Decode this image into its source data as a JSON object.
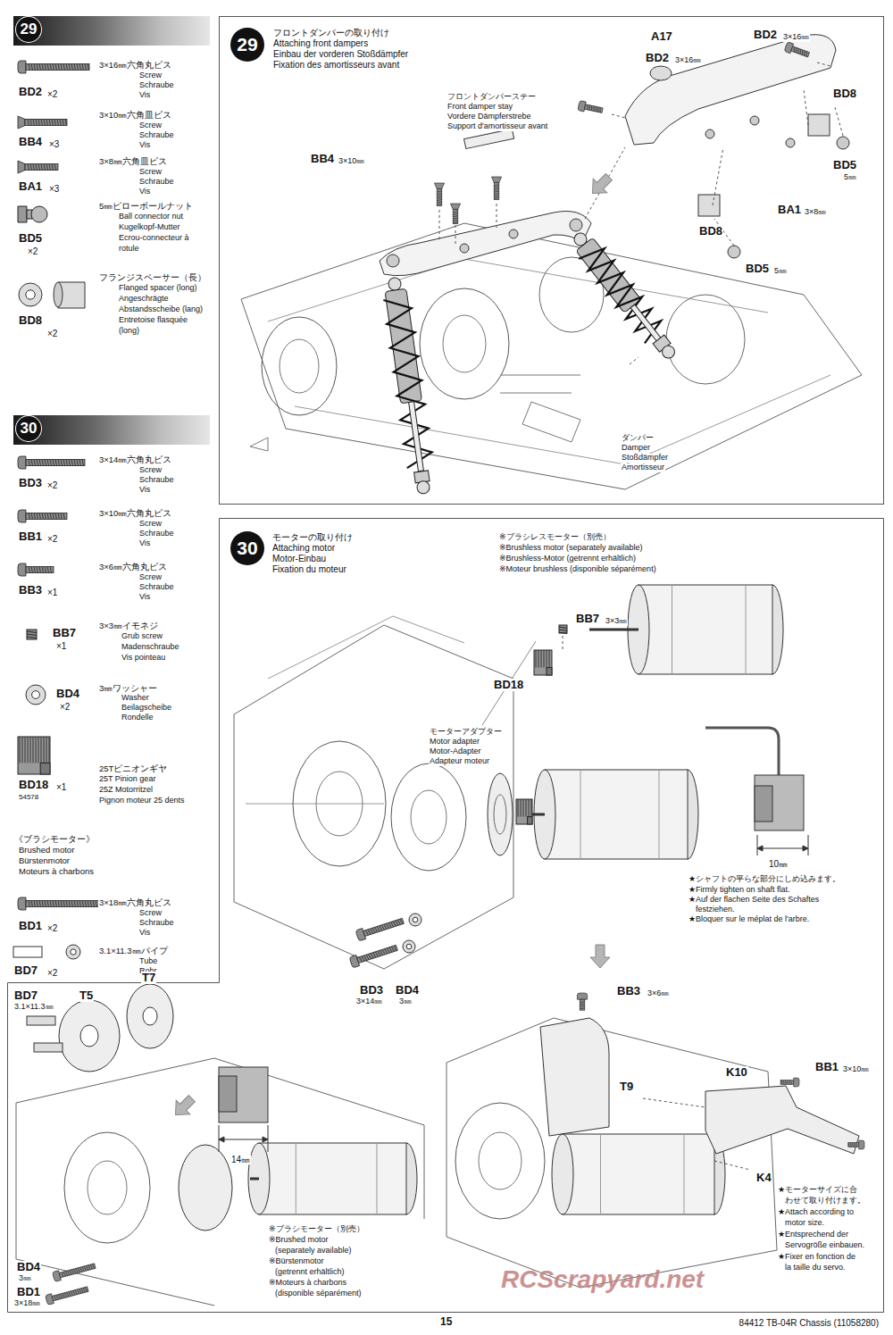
{
  "diagram": {
    "nodes": [
      {
        "text": [
          "29"
        ]
      },
      {
        "text": [
          "29",
          "フロントダンパーの取り付け",
          "Attaching front dampers",
          "Einbau der vorderen Stoßdämpfer",
          "Fixation des amortisseurs avant"
        ]
      },
      {
        "text": [
          "30"
        ]
      },
      {
        "text": [
          "30",
          "モーターの取り付け",
          "Attaching motor",
          "Motor-Einbau",
          "Fixation du moteur"
        ]
      }
    ],
    "labels": [
      "BD2",
      "×2",
      "3×16㎜六角丸ビス",
      "Screw",
      "Schraube",
      "Vis",
      "BB4",
      "×3",
      "3×10㎜六角皿ビス",
      "Screw",
      "Schraube",
      "Vis",
      "BA1",
      "×3",
      "3×8㎜六角皿ビス",
      "Screw",
      "Schraube",
      "Vis",
      "BD5",
      "×2",
      "5㎜ピローボールナット",
      "Ball connector nut",
      "Kugelkopf-Mutter",
      "Ecrou-connecteur à",
      "rotule",
      "BD8",
      "×2",
      "フランジスペーサー（長）",
      "Flanged spacer (long)",
      "Angeschrägte",
      "Abstandsscheibe (lang)",
      "Entretoise flasquée",
      "(long)",
      "BD3",
      "×2",
      "3×14㎜六角丸ビス",
      "Screw",
      "Schraube",
      "Vis",
      "BB1",
      "×2",
      "3×10㎜六角丸ビス",
      "Screw",
      "Schraube",
      "Vis",
      "BB3",
      "×1",
      "3×6㎜六角丸ビス",
      "Screw",
      "Schraube",
      "Vis",
      "BB7",
      "×1",
      "3×3㎜イモネジ",
      "Grub screw",
      "Madenschraube",
      "Vis pointeau",
      "BD4",
      "×2",
      "3㎜ワッシャー",
      "Washer",
      "Beilagscheibe",
      "Rondelle",
      "BD18",
      "×1",
      "54578",
      "25Tピニオンギヤ",
      "25T Pinion gear",
      "25Z Motorritzel",
      "Pignon moteur 25 dents",
      "《ブラシモーター》",
      "Brushed motor",
      "Bürstenmotor",
      "Moteurs à charbons",
      "BD1",
      "×2",
      "3×18㎜六角丸ビス",
      "Screw",
      "Schraube",
      "Vis",
      "BD7",
      "×2",
      "3.1×11.3㎜パイプ",
      "Tube",
      "Rohr",
      "BD7",
      "3.1×11.3㎜",
      "T5",
      "T7",
      "14㎜",
      "BD4",
      "3㎜",
      "BD1",
      "3×18㎜",
      "※ブラシモーター（別売）",
      "※Brushed motor",
      "(separately available)",
      "※Bürstenmotor",
      "(getrennt erhältlich)",
      "※Moteurs à charbons",
      "(disponible séparément)",
      "A17",
      "BD2",
      "3×16㎜",
      "BD2",
      "3×16㎜",
      "BD8",
      "BD5",
      "5㎜",
      "BA1",
      "3×8㎜",
      "BD8",
      "BD5",
      "5㎜",
      "BB4",
      "3×10㎜",
      "フロントダンパーステー",
      "Front damper stay",
      "Vordere Dämpferstrebe",
      "Support d'amortisseur avant",
      "ダンパー",
      "Damper",
      "Stoßdämpfer",
      "Amortisseur",
      "※ブラシレスモーター（別売）",
      "※Brushless motor (separately available)",
      "※Brushless-Motor (getrennt erhältlich)",
      "※Moteur brushless (disponible séparément)",
      "BB7",
      "3×3㎜",
      "BD18",
      "モーターアダプター",
      "Motor adapter",
      "Motor-Adapter",
      "Adapteur moteur",
      "10㎜",
      "★シャフトの平らな部分にしめ込みます。",
      "★Firmly tighten on shaft flat.",
      "★Auf der flachen Seite des Schaftes",
      "festziehen.",
      "★Bloquer sur le méplat de l'arbre.",
      "BD3",
      "3×14㎜",
      "BD4",
      "3㎜",
      "BB3",
      "3×6㎜",
      "T9",
      "K10",
      "BB1",
      "3×10㎜",
      "K4",
      "★モーターサイズに合",
      "わせて取り付けます。",
      "★Attach according to",
      "motor size.",
      "★Entsprechend der",
      "Servogröße einbauen.",
      "★Fixer en fonction de",
      "la taille du servo.",
      "15",
      "84412 TB-04R Chassis (11058280)",
      "RCScrapyard.net"
    ]
  }
}
